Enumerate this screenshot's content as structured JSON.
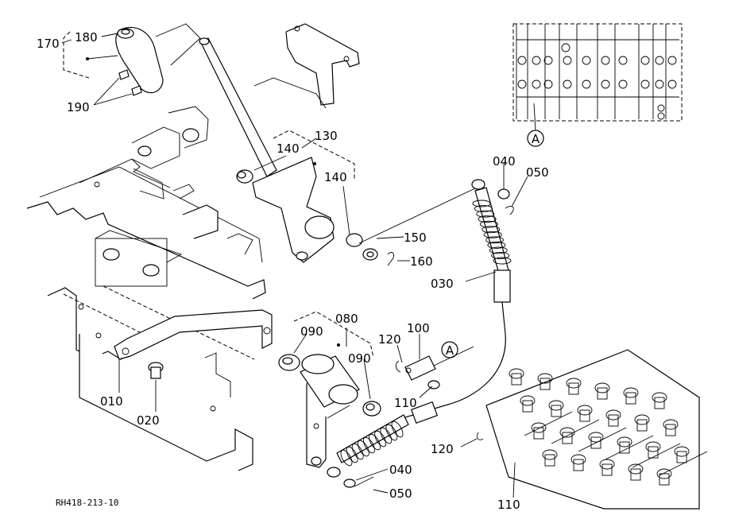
{
  "diagram": {
    "reference_code": "RH418-213-10",
    "callouts": [
      {
        "id": "c170",
        "text": "170"
      },
      {
        "id": "c180",
        "text": "180"
      },
      {
        "id": "c190",
        "text": "190"
      },
      {
        "id": "c130",
        "text": "130"
      },
      {
        "id": "c140a",
        "text": "140"
      },
      {
        "id": "c140b",
        "text": "140"
      },
      {
        "id": "c150",
        "text": "150"
      },
      {
        "id": "c160",
        "text": "160"
      },
      {
        "id": "c040a",
        "text": "040"
      },
      {
        "id": "c050a",
        "text": "050"
      },
      {
        "id": "c030",
        "text": "030"
      },
      {
        "id": "c080",
        "text": "080"
      },
      {
        "id": "c090a",
        "text": "090"
      },
      {
        "id": "c090b",
        "text": "090"
      },
      {
        "id": "c120a",
        "text": "120"
      },
      {
        "id": "c100",
        "text": "100"
      },
      {
        "id": "c110a",
        "text": "110"
      },
      {
        "id": "c010",
        "text": "010"
      },
      {
        "id": "c020",
        "text": "020"
      },
      {
        "id": "c120b",
        "text": "120"
      },
      {
        "id": "c040b",
        "text": "040"
      },
      {
        "id": "c050b",
        "text": "050"
      },
      {
        "id": "c110b",
        "text": "110"
      }
    ],
    "markers": [
      {
        "id": "mA1",
        "text": "A"
      },
      {
        "id": "mA2",
        "text": "A"
      }
    ]
  }
}
